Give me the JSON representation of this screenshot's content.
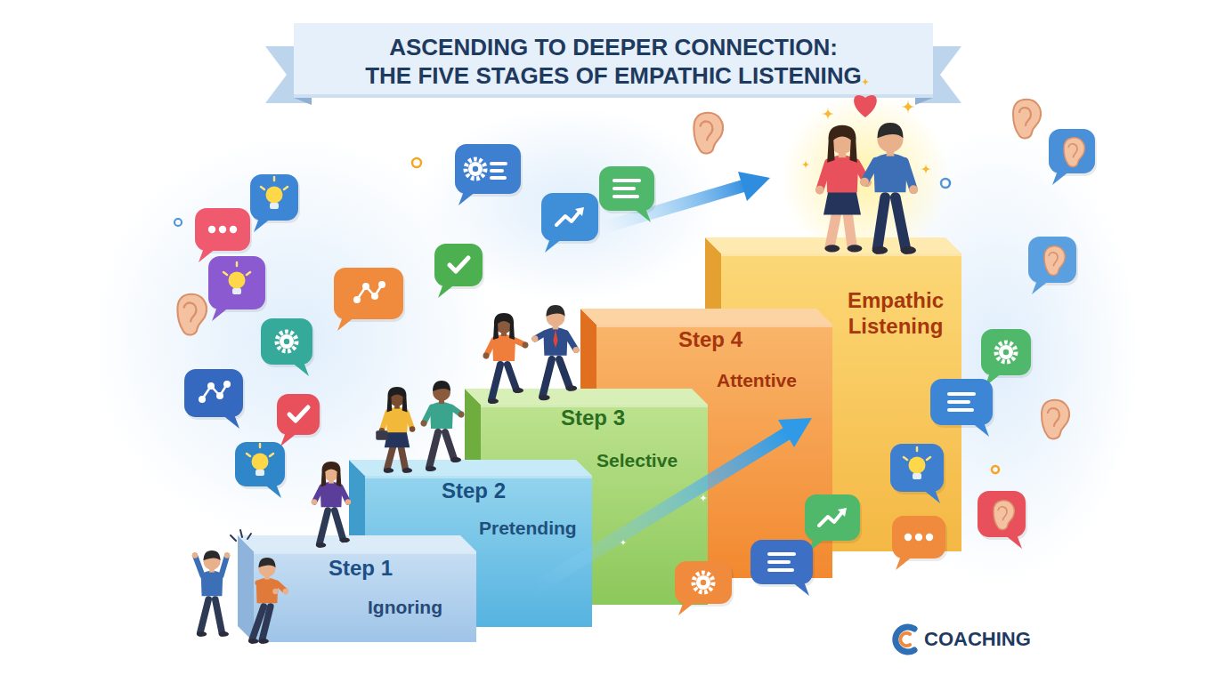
{
  "diagram": {
    "title": "ASCENDING TO DEEPER CONNECTION: THE FIVE STAGES OF EMPATHIC LISTENING",
    "nodes": [
      {
        "text": [
          "Step 1",
          "Ignoring"
        ]
      },
      {
        "text": [
          "Step 2",
          "Pretending"
        ]
      },
      {
        "text": [
          "Step 3",
          "Selective"
        ]
      },
      {
        "text": [
          "Step 4",
          "Attentive"
        ]
      },
      {
        "text": [
          "Empathic Listening"
        ]
      }
    ],
    "labels": [
      "COACHING"
    ]
  }
}
